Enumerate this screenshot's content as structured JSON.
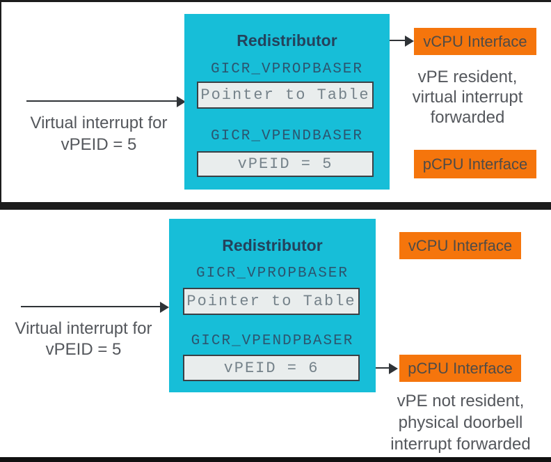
{
  "colors": {
    "cyan": "#17BED8",
    "orange": "#F5750C",
    "divider": "#1C1C1C",
    "register_text": "#2B5670",
    "mono_value_text": "#75828A",
    "body_text": "#54575C",
    "title_text": "#24425C"
  },
  "panels": [
    {
      "input_label": [
        "Virtual interrupt for",
        "vPEID = 5"
      ],
      "redistributor": {
        "title": "Redistributor",
        "prop_register": "GICR_VPROPBASER",
        "prop_value": "Pointer to Table",
        "pend_register": "GICR_VPENDBASER",
        "pend_value": "vPEID = 5"
      },
      "vcpu_label": "vCPU Interface",
      "pcpu_label": "pCPU Interface",
      "caption": [
        "vPE resident,",
        "virtual interrupt",
        "forwarded"
      ]
    },
    {
      "input_label": [
        "Virtual interrupt for",
        "vPEID = 5"
      ],
      "redistributor": {
        "title": "Redistributor",
        "prop_register": "GICR_VPROPBASER",
        "prop_value": "Pointer to Table",
        "pend_register": "GICR_VPENDPBASER",
        "pend_value": "vPEID = 6"
      },
      "vcpu_label": "vCPU Interface",
      "pcpu_label": "pCPU Interface",
      "caption": [
        "vPE not resident,",
        "physical doorbell",
        "interrupt forwarded"
      ]
    }
  ]
}
